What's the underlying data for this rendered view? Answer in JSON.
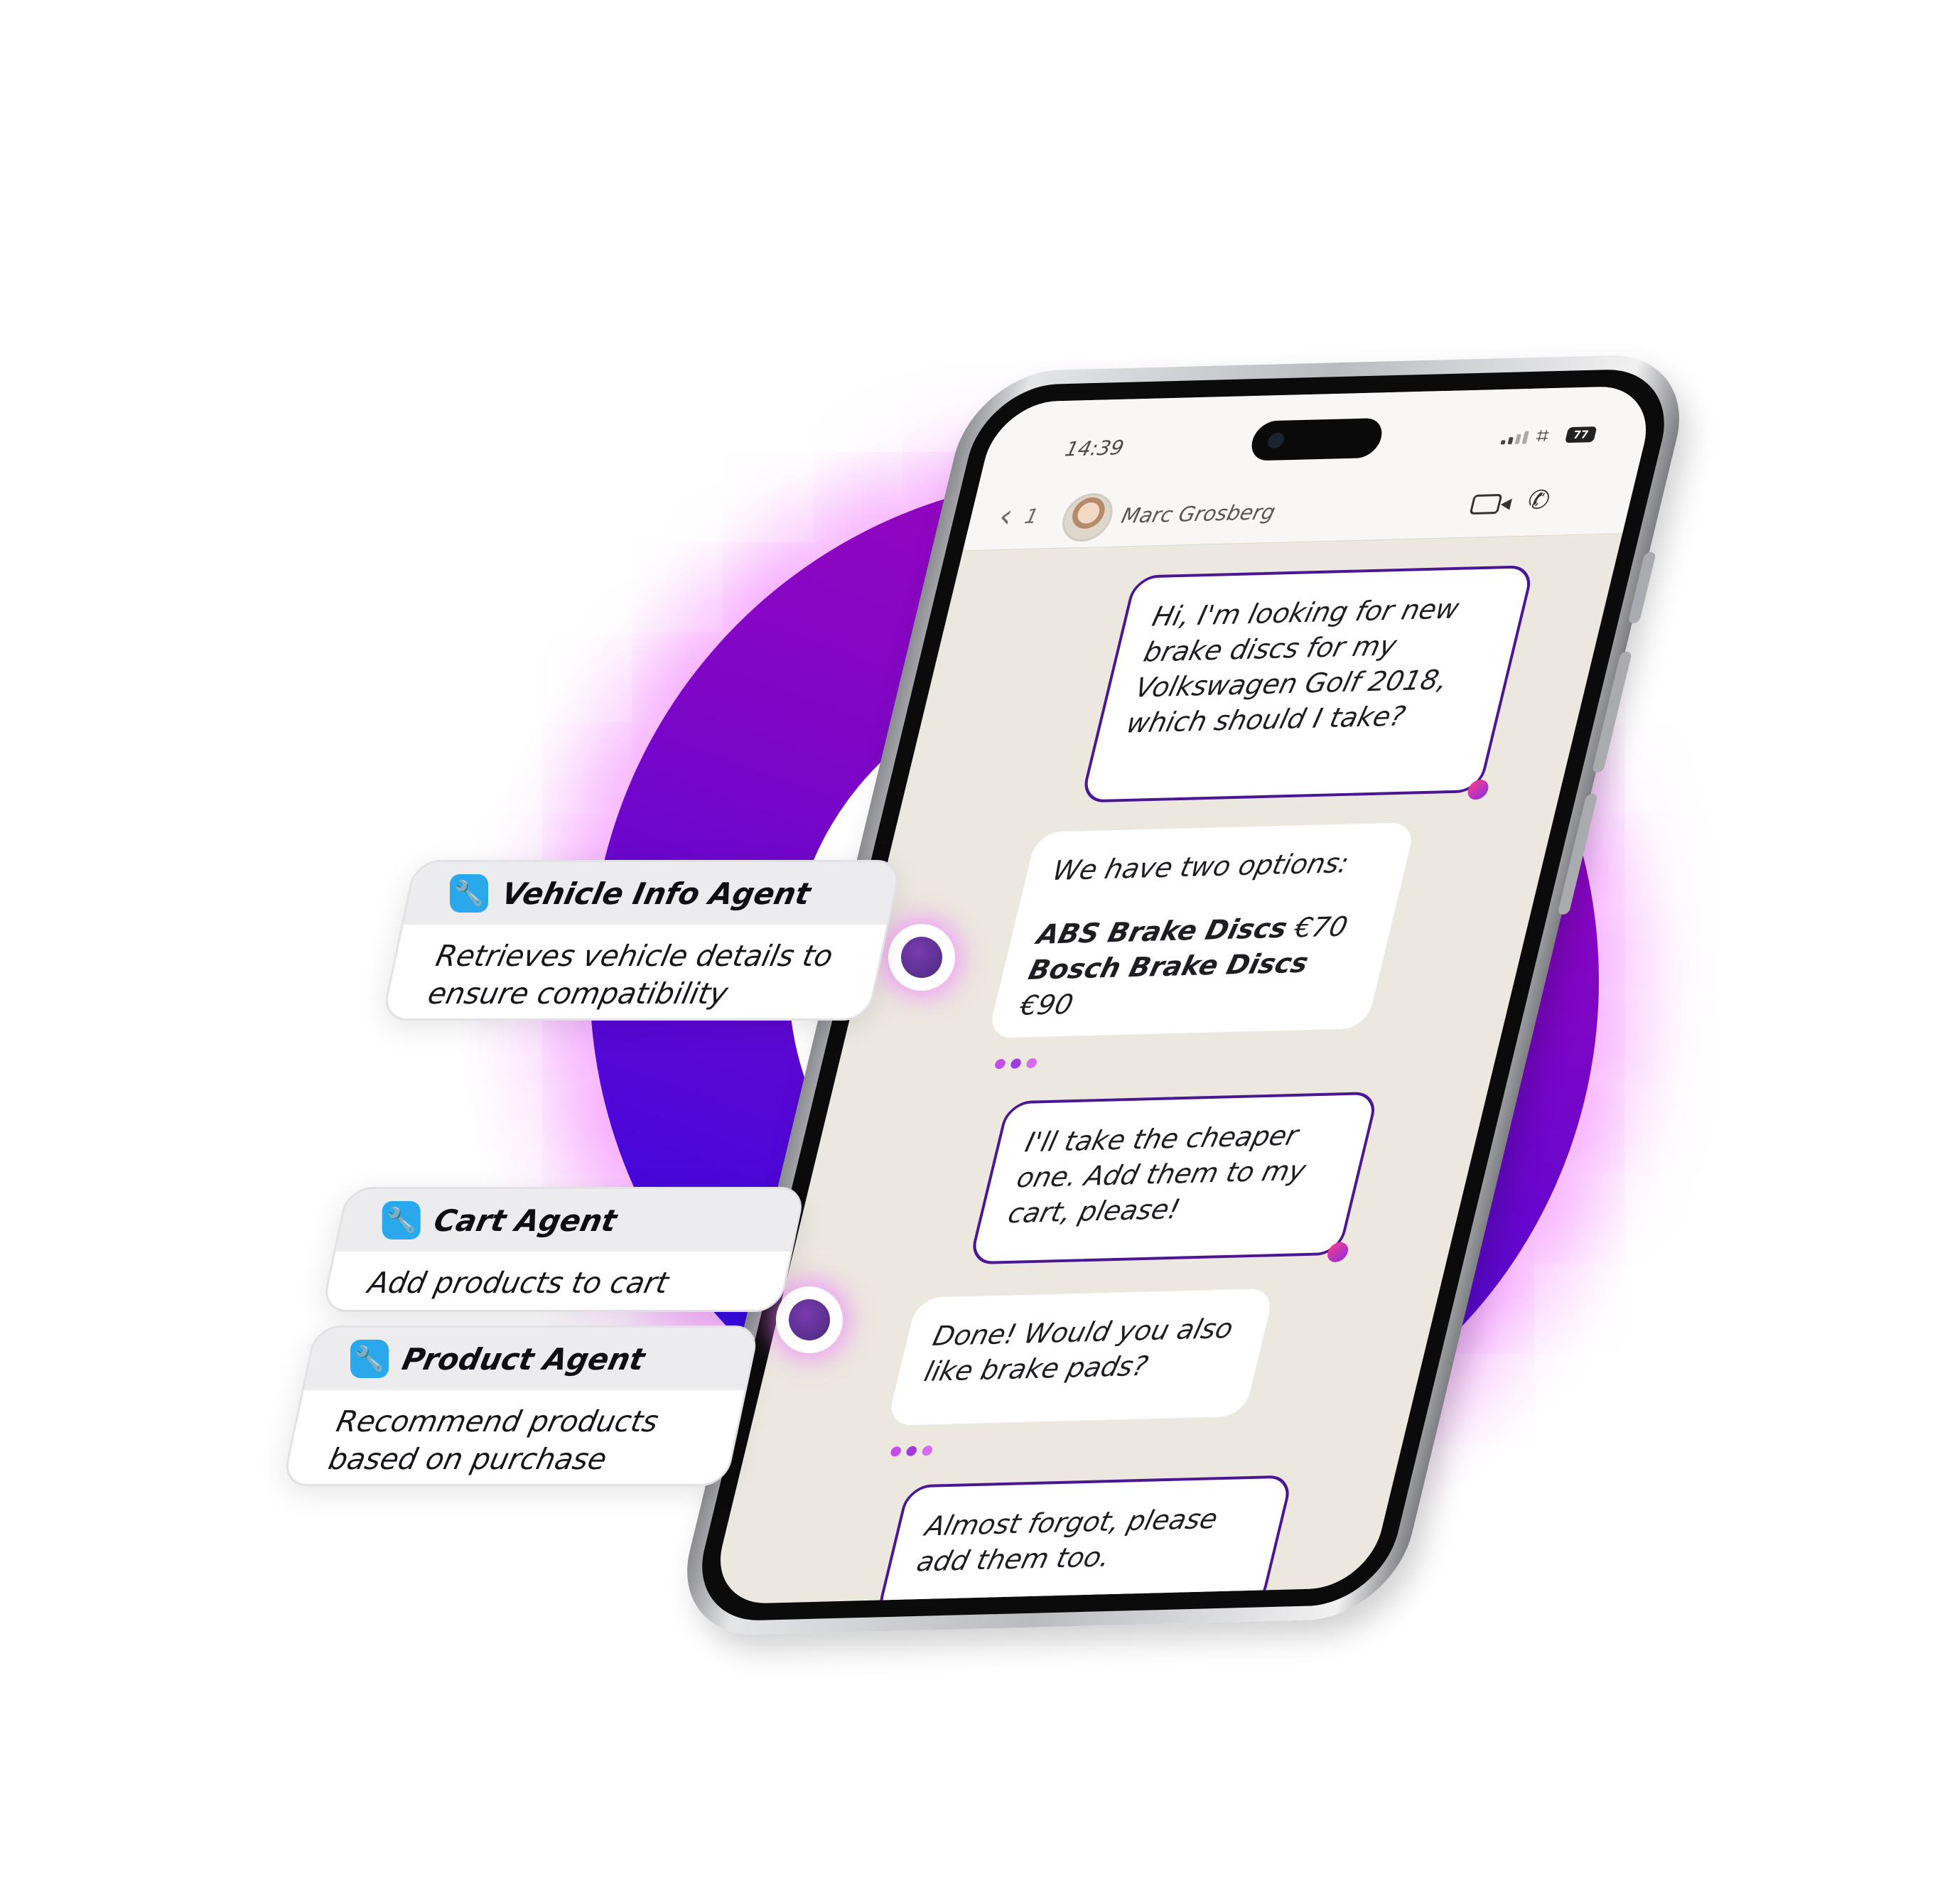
{
  "status_bar": {
    "time": "14:39",
    "battery": "77"
  },
  "chat_header": {
    "back_count": "1",
    "contact_name": "Marc Grosberg"
  },
  "messages": [
    {
      "from": "user",
      "text": "Hi, I'm looking for new brake discs for my Volkswagen Golf 2018, which should I take?"
    },
    {
      "from": "bot",
      "intro": "We have two options:",
      "options": [
        {
          "name": "ABS Brake Discs",
          "price": "€70"
        },
        {
          "name": "Bosch Brake Discs",
          "price": "€90"
        }
      ]
    },
    {
      "from": "user",
      "text": "I'll take the cheaper one. Add them to my cart, please!"
    },
    {
      "from": "bot",
      "text": "Done! Would you also like brake pads?"
    },
    {
      "from": "user",
      "text": "Almost forgot, please add them too."
    }
  ],
  "agents": [
    {
      "title": "Vehicle Info Agent",
      "description": "Retrieves vehicle details to ensure compatibility",
      "icon": "wrench-icon"
    },
    {
      "title": "Cart Agent",
      "description": "Add products to cart",
      "icon": "wrench-icon"
    },
    {
      "title": "Product Agent",
      "description": "Recommend products based on purchase",
      "icon": "wrench-icon"
    }
  ],
  "colors": {
    "ring_start": "#1a12ef",
    "ring_end": "#a205b8",
    "glow": "#f378ff",
    "user_bubble_border": "#4a1694",
    "agent_icon": "#29a8ec",
    "chat_background": "#ece7df"
  }
}
